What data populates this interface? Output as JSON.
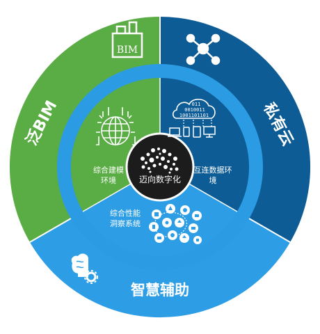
{
  "colors": {
    "green": "#5aac44",
    "dark_blue": "#0d5c95",
    "light_blue": "#2d9ee6",
    "ring": "#2b9be4",
    "center": "#1c1c1c",
    "white": "#ffffff"
  },
  "outer_sectors": [
    {
      "label": "泛BIM",
      "icon": "bim-building-icon"
    },
    {
      "label": "私有云",
      "icon": "network-nodes-icon"
    },
    {
      "label": "智慧辅助",
      "icon": "brain-gear-icon"
    }
  ],
  "inner_sectors": [
    {
      "label_line1": "综合建模",
      "label_line2": "环境",
      "icon": "globe-city-icon"
    },
    {
      "label_line1": "互连数据环",
      "label_line2": "境",
      "icon": "cloud-binary-devices-icon"
    },
    {
      "label_line1": "综合性能",
      "label_line2": "洞察系统",
      "icon": "iot-icons-cluster"
    }
  ],
  "center": {
    "label": "迈向数字化",
    "icon": "digital-dots-icon"
  },
  "icon_texts": {
    "bim_badge": "BIM",
    "binary_line1": "011",
    "binary_line2": "0010011",
    "binary_line3": "1001101101"
  }
}
